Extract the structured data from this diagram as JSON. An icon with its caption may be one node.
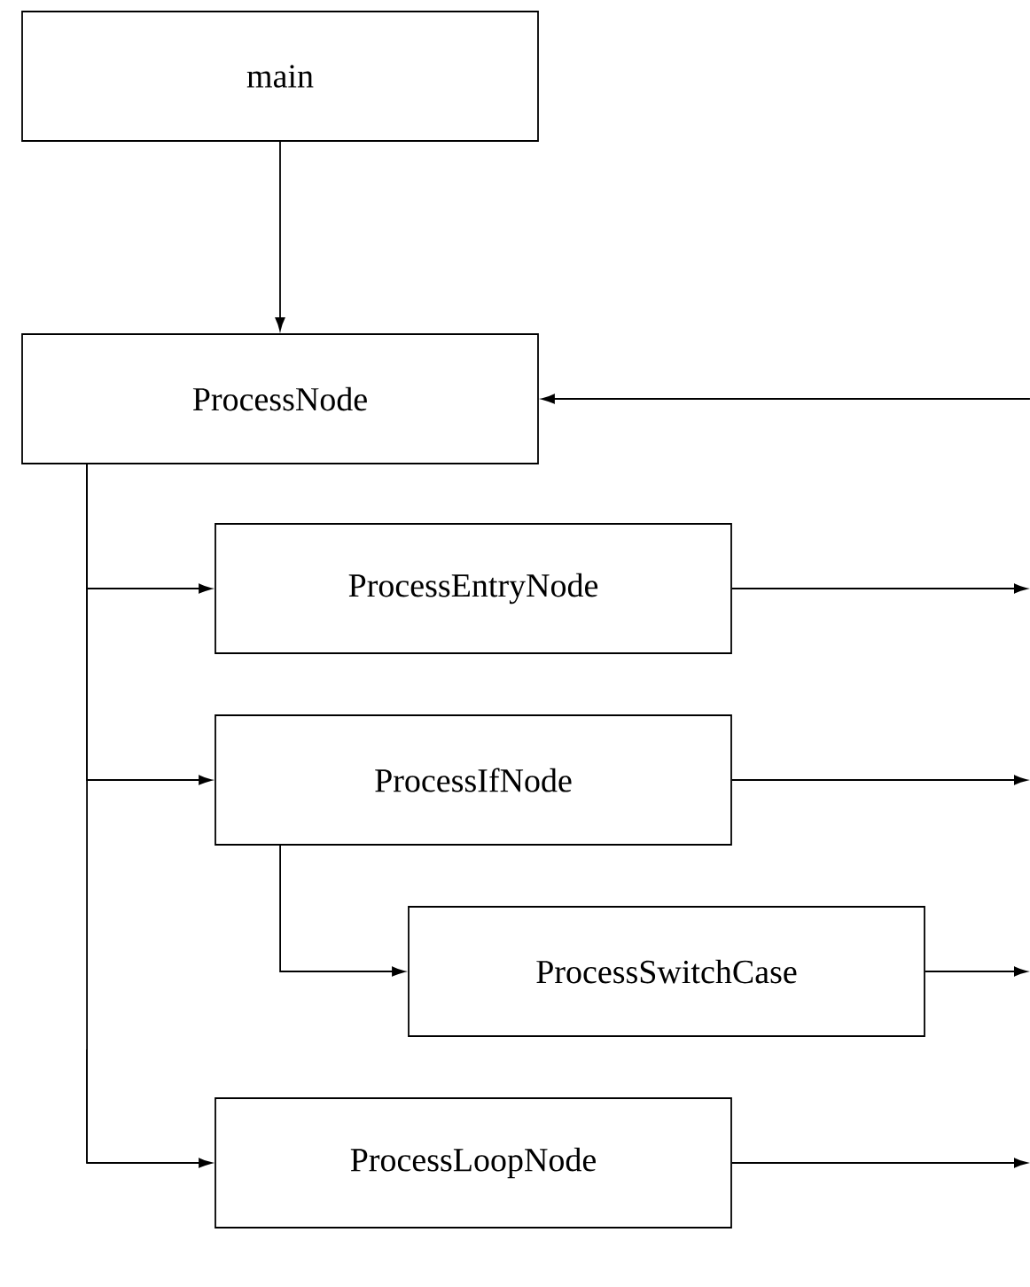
{
  "diagram": {
    "nodes": [
      {
        "text": [
          "main"
        ]
      },
      {
        "text": [
          "ProcessNode"
        ]
      },
      {
        "text": [
          "ProcessEntryNode"
        ]
      },
      {
        "text": [
          "ProcessIfNode"
        ]
      },
      {
        "text": [
          "ProcessSwitchCase"
        ]
      },
      {
        "text": [
          "ProcessLoopNode"
        ]
      }
    ],
    "edges": [
      {
        "from": 0,
        "to": 1,
        "arrow": "to"
      },
      {
        "from": null,
        "to": 1,
        "arrow": "to"
      },
      {
        "from": 1,
        "to": 2,
        "arrow": "to"
      },
      {
        "from": 1,
        "to": 3,
        "arrow": "to"
      },
      {
        "from": 3,
        "to": 4,
        "arrow": "to"
      },
      {
        "from": 1,
        "to": 5,
        "arrow": "to"
      },
      {
        "from": 2,
        "to": null,
        "arrow": "to"
      },
      {
        "from": 3,
        "to": null,
        "arrow": "to"
      },
      {
        "from": 4,
        "to": null,
        "arrow": "to"
      },
      {
        "from": 5,
        "to": null,
        "arrow": "to"
      }
    ]
  }
}
